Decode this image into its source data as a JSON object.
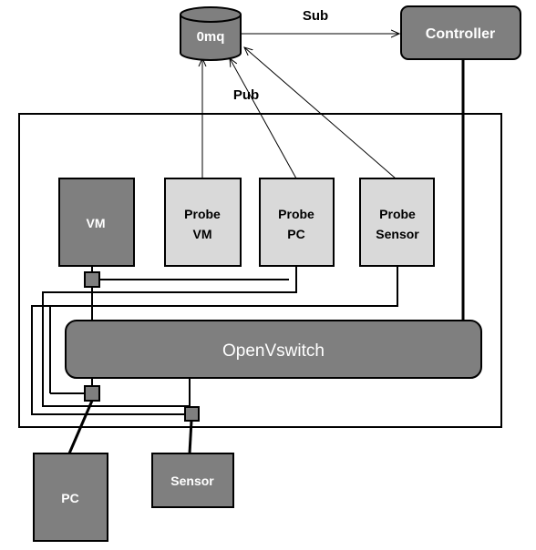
{
  "colors": {
    "dark_fill": "#7f7f7f",
    "light_fill": "#d9d9d9",
    "stroke": "#000000",
    "label_text_light": "#ffffff",
    "label_text_dark": "#000000"
  },
  "nodes": {
    "zmq": "0mq",
    "controller": "Controller",
    "vm": "VM",
    "probe_vm": [
      "Probe",
      "VM"
    ],
    "probe_pc": [
      "Probe",
      "PC"
    ],
    "probe_sensor": [
      "Probe",
      "Sensor"
    ],
    "openvswitch": "OpenVswitch",
    "pc": "PC",
    "sensor": "Sensor"
  },
  "edge_labels": {
    "sub": "Sub",
    "pub": "Pub"
  }
}
